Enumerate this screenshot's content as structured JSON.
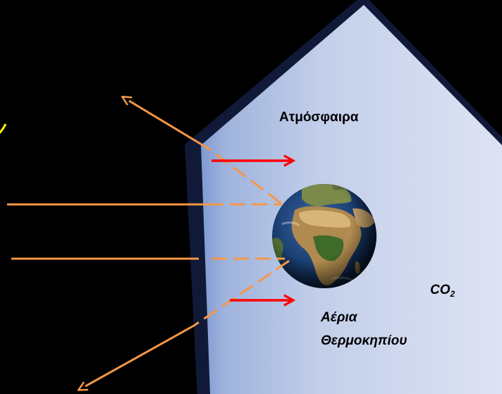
{
  "labels": {
    "atmosphere": "Ατμόσφαιρα",
    "co2_main": "CO",
    "co2_sub": "2",
    "greenhouse_line1": "Αέρια",
    "greenhouse_line2": "Θερμοκηπίου"
  },
  "icons": {
    "earth": "earth-globe-icon",
    "sun": "sun-icon"
  },
  "colors": {
    "background": "#000000",
    "greenhouse_light": "#dde3f3",
    "greenhouse_dark": "#7f9ad0",
    "solar_ray": "#f79646",
    "reradiated_heat": "#ff0000",
    "sun_glimpse": "#ffff00",
    "ocean": "#1a3f73",
    "land": "#b08a4e",
    "vegetation": "#3f6b2a"
  }
}
